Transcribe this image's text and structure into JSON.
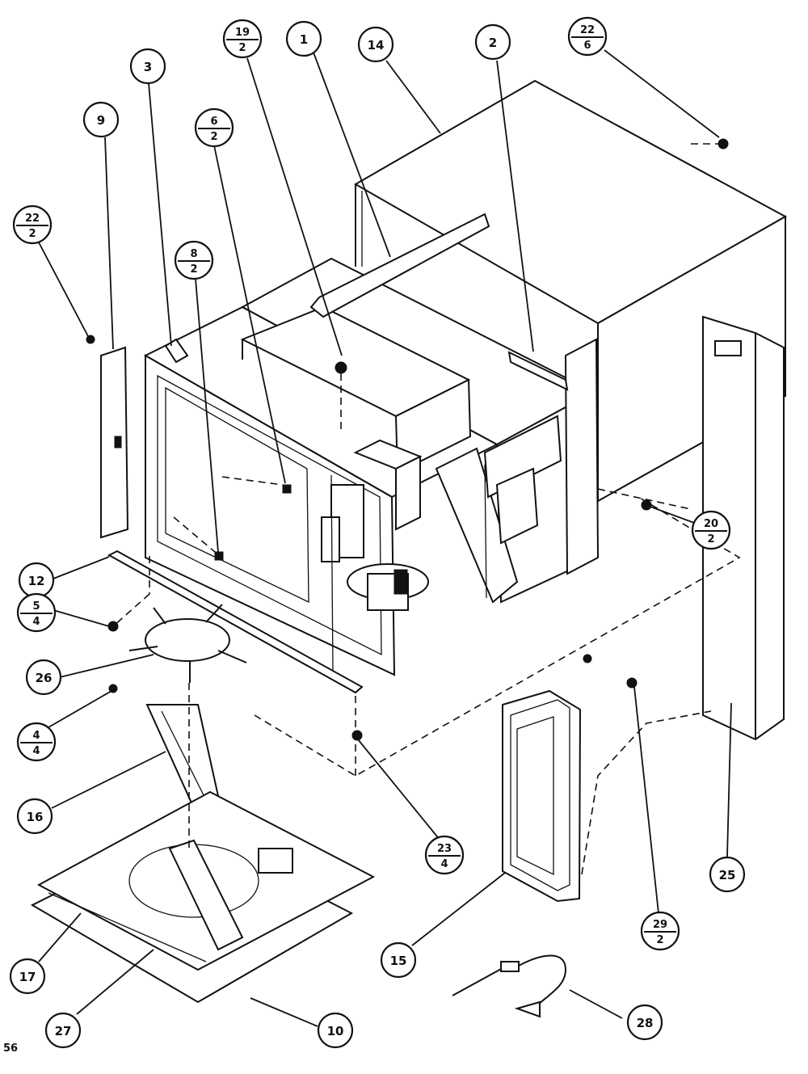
{
  "diagram": {
    "page_code": "56",
    "callouts": [
      {
        "id": "c1",
        "label": "1"
      },
      {
        "id": "c2",
        "label": "2"
      },
      {
        "id": "c3",
        "label": "3"
      },
      {
        "id": "c9",
        "label": "9"
      },
      {
        "id": "c10",
        "label": "10"
      },
      {
        "id": "c12",
        "label": "12"
      },
      {
        "id": "c14",
        "label": "14"
      },
      {
        "id": "c15",
        "label": "15"
      },
      {
        "id": "c16",
        "label": "16"
      },
      {
        "id": "c17",
        "label": "17"
      },
      {
        "id": "c25",
        "label": "25"
      },
      {
        "id": "c26",
        "label": "26"
      },
      {
        "id": "c27",
        "label": "27"
      },
      {
        "id": "c28",
        "label": "28"
      },
      {
        "id": "f19_2",
        "top": "19",
        "bottom": "2"
      },
      {
        "id": "f6_2",
        "top": "6",
        "bottom": "2"
      },
      {
        "id": "f8_2",
        "top": "8",
        "bottom": "2"
      },
      {
        "id": "f22_6",
        "top": "22",
        "bottom": "6"
      },
      {
        "id": "f22_2",
        "top": "22",
        "bottom": "2"
      },
      {
        "id": "f20_2",
        "top": "20",
        "bottom": "2"
      },
      {
        "id": "f5_4",
        "top": "5",
        "bottom": "4"
      },
      {
        "id": "f4_4",
        "top": "4",
        "bottom": "4"
      },
      {
        "id": "f23_4",
        "top": "23",
        "bottom": "4"
      },
      {
        "id": "f29_2",
        "top": "29",
        "bottom": "2"
      }
    ]
  }
}
